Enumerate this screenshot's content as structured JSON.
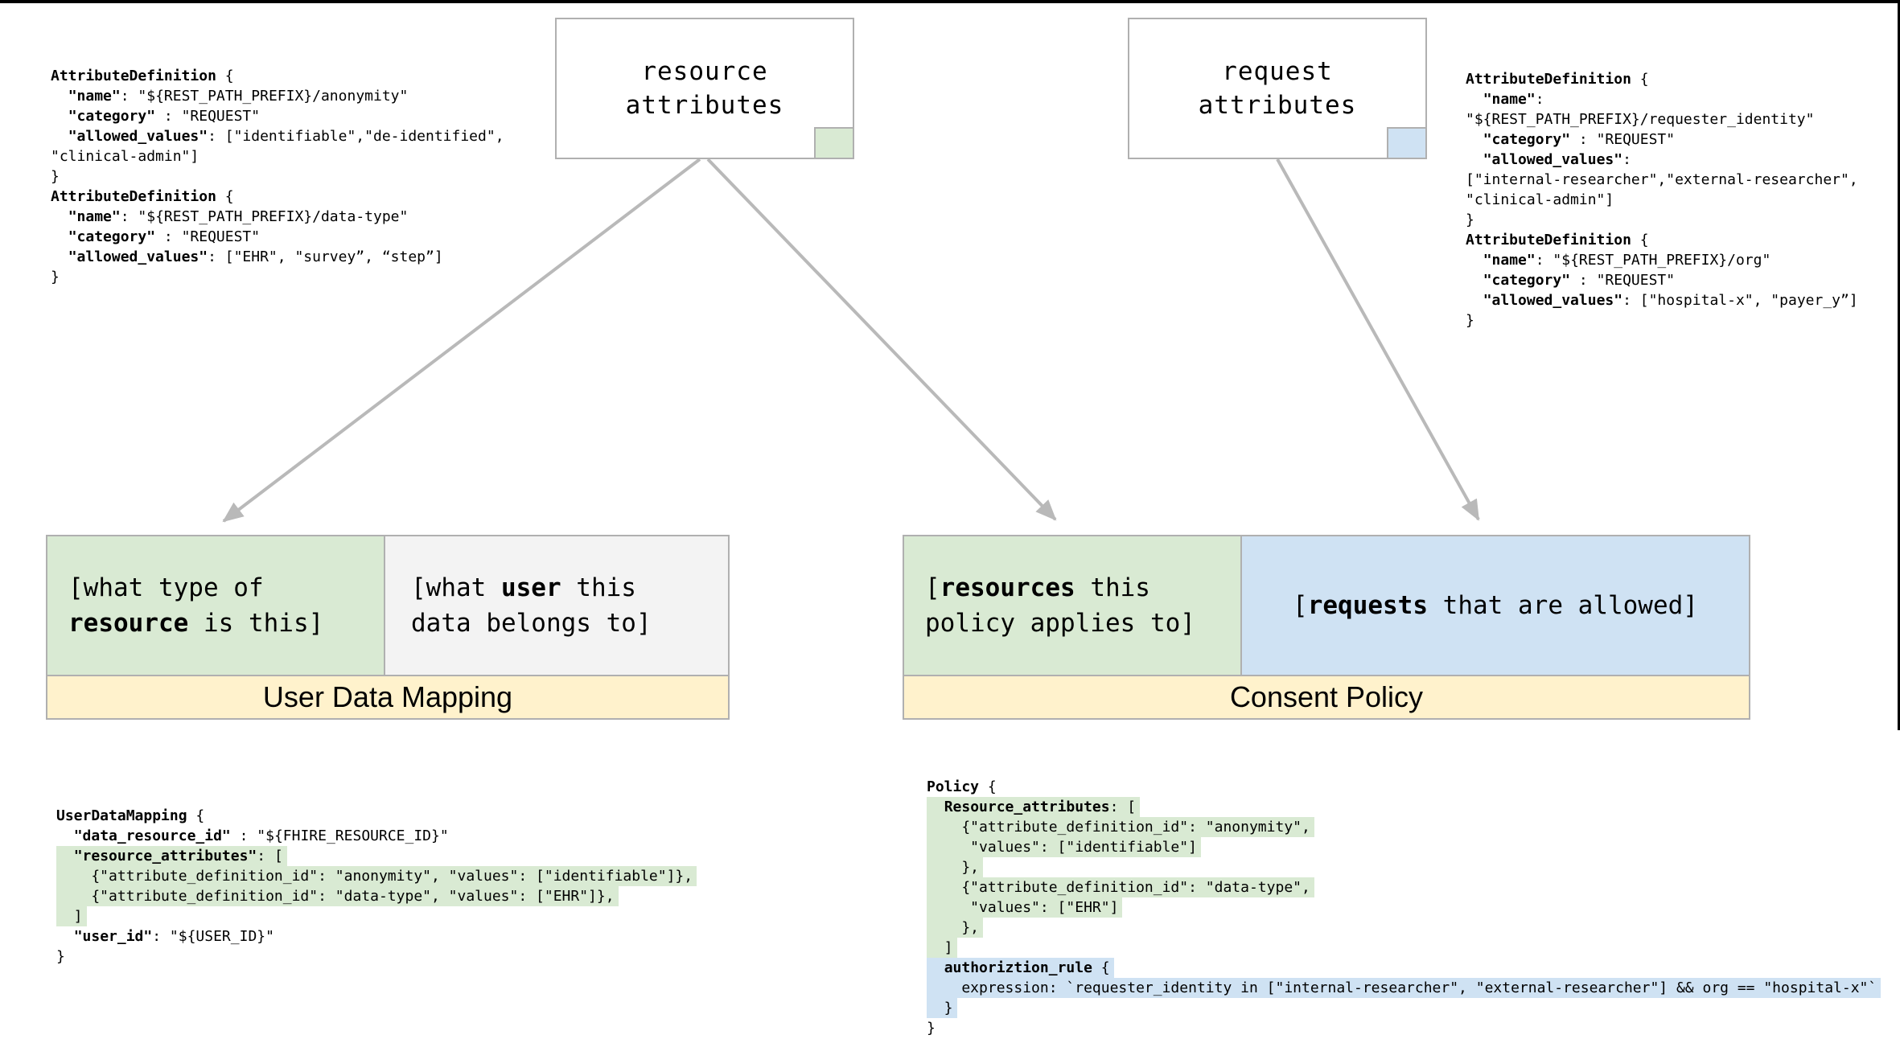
{
  "colors": {
    "green": "#d9ead3",
    "blue": "#cfe2f3",
    "yellow": "#fff2cc",
    "lightcell": "#f3f3f3",
    "border": "#b0b0b0",
    "arrow": "#b9b9b9",
    "hl_green": "#d9ead3",
    "hl_blue": "#cfe2f3",
    "edge": "#000000"
  },
  "resource_box": {
    "label": {
      "lines": [
        {
          "parts": [
            {
              "t": "resource"
            }
          ]
        },
        {
          "parts": [
            {
              "t": "attributes"
            }
          ]
        }
      ]
    }
  },
  "request_box": {
    "label": {
      "lines": [
        {
          "parts": [
            {
              "t": "request"
            }
          ]
        },
        {
          "parts": [
            {
              "t": "attributes"
            }
          ]
        }
      ]
    }
  },
  "udm": {
    "title": "User Data Mapping",
    "resource_cell": {
      "lines": [
        {
          "parts": [
            {
              "t": "[what type of"
            }
          ]
        },
        {
          "parts": [
            {
              "t": "resource",
              "b": true
            },
            {
              "t": " is this]"
            }
          ]
        }
      ]
    },
    "user_cell": {
      "lines": [
        {
          "parts": [
            {
              "t": "[what "
            },
            {
              "t": "user",
              "b": true
            },
            {
              "t": " this"
            }
          ]
        },
        {
          "parts": [
            {
              "t": "data belongs to]"
            }
          ]
        }
      ]
    }
  },
  "cp": {
    "title": "Consent Policy",
    "resources_cell": {
      "lines": [
        {
          "parts": [
            {
              "t": "["
            },
            {
              "t": "resources",
              "b": true
            },
            {
              "t": " this"
            }
          ]
        },
        {
          "parts": [
            {
              "t": "policy applies to]"
            }
          ]
        }
      ]
    },
    "requests_cell": {
      "lines": [
        {
          "parts": [
            {
              "t": "["
            },
            {
              "t": "requests",
              "b": true
            },
            {
              "t": " that are allowed]"
            }
          ]
        }
      ]
    }
  },
  "code_top_left": {
    "lines": [
      {
        "parts": [
          {
            "t": "AttributeDefinition",
            "b": true
          },
          {
            "t": " {"
          }
        ]
      },
      {
        "parts": [
          {
            "t": "  "
          },
          {
            "t": "\"name\"",
            "b": true
          },
          {
            "t": ": \"${REST_PATH_PREFIX}/anonymity\""
          }
        ]
      },
      {
        "parts": [
          {
            "t": "  "
          },
          {
            "t": "\"category\"",
            "b": true
          },
          {
            "t": " : \"REQUEST\""
          }
        ]
      },
      {
        "parts": [
          {
            "t": "  "
          },
          {
            "t": "\"allowed_values\"",
            "b": true
          },
          {
            "t": ": [\"identifiable\",\"de-identified\","
          }
        ]
      },
      {
        "parts": [
          {
            "t": "\"clinical-admin\"]"
          }
        ]
      },
      {
        "parts": [
          {
            "t": "}"
          }
        ]
      },
      {
        "parts": [
          {
            "t": "AttributeDefinition",
            "b": true
          },
          {
            "t": " {"
          }
        ]
      },
      {
        "parts": [
          {
            "t": "  "
          },
          {
            "t": "\"name\"",
            "b": true
          },
          {
            "t": ": \"${REST_PATH_PREFIX}/data-type\""
          }
        ]
      },
      {
        "parts": [
          {
            "t": "  "
          },
          {
            "t": "\"category\"",
            "b": true
          },
          {
            "t": " : \"REQUEST\""
          }
        ]
      },
      {
        "parts": [
          {
            "t": "  "
          },
          {
            "t": "\"allowed_values\"",
            "b": true
          },
          {
            "t": ": [\"EHR\", \"survey”, “step”]"
          }
        ]
      },
      {
        "parts": [
          {
            "t": "}"
          }
        ]
      }
    ]
  },
  "code_top_right": {
    "lines": [
      {
        "parts": [
          {
            "t": "AttributeDefinition",
            "b": true
          },
          {
            "t": " {"
          }
        ]
      },
      {
        "parts": [
          {
            "t": "  "
          },
          {
            "t": "\"name\"",
            "b": true
          },
          {
            "t": ":"
          }
        ]
      },
      {
        "parts": [
          {
            "t": "\"${REST_PATH_PREFIX}/requester_identity\""
          }
        ]
      },
      {
        "parts": [
          {
            "t": "  "
          },
          {
            "t": "\"category\"",
            "b": true
          },
          {
            "t": " : \"REQUEST\""
          }
        ]
      },
      {
        "parts": [
          {
            "t": "  "
          },
          {
            "t": "\"allowed_values\"",
            "b": true
          },
          {
            "t": ":"
          }
        ]
      },
      {
        "parts": [
          {
            "t": "[\"internal-researcher\",\"external-researcher\","
          }
        ]
      },
      {
        "parts": [
          {
            "t": "\"clinical-admin\"]"
          }
        ]
      },
      {
        "parts": [
          {
            "t": "}"
          }
        ]
      },
      {
        "parts": [
          {
            "t": "AttributeDefinition",
            "b": true
          },
          {
            "t": " {"
          }
        ]
      },
      {
        "parts": [
          {
            "t": "  "
          },
          {
            "t": "\"name\"",
            "b": true
          },
          {
            "t": ": \"${REST_PATH_PREFIX}/org\""
          }
        ]
      },
      {
        "parts": [
          {
            "t": "  "
          },
          {
            "t": "\"category\"",
            "b": true
          },
          {
            "t": " : \"REQUEST\""
          }
        ]
      },
      {
        "parts": [
          {
            "t": "  "
          },
          {
            "t": "\"allowed_values\"",
            "b": true
          },
          {
            "t": ": [\"hospital-x\", \"payer_y”]"
          }
        ]
      },
      {
        "parts": [
          {
            "t": "}"
          }
        ]
      }
    ]
  },
  "code_bottom_left": {
    "lines": [
      {
        "parts": [
          {
            "t": "UserDataMapping",
            "b": true
          },
          {
            "t": " {"
          }
        ]
      },
      {
        "parts": [
          {
            "t": "  "
          },
          {
            "t": "\"data_resource_id\"",
            "b": true
          },
          {
            "t": " : \"${FHIRE_RESOURCE_ID}\""
          }
        ]
      },
      {
        "hl": "green",
        "parts": [
          {
            "t": "  "
          },
          {
            "t": "\"resource_attributes\"",
            "b": true
          },
          {
            "t": ": ["
          }
        ]
      },
      {
        "hl": "green",
        "parts": [
          {
            "t": "    {\"attribute_definition_id\": \"anonymity\", \"values\": [\"identifiable\"]},"
          }
        ]
      },
      {
        "hl": "green",
        "parts": [
          {
            "t": "    {\"attribute_definition_id\": \"data-type\", \"values\": [\"EHR\"]},"
          }
        ]
      },
      {
        "hl": "green",
        "parts": [
          {
            "t": "  ]"
          }
        ]
      },
      {
        "parts": [
          {
            "t": "  "
          },
          {
            "t": "\"user_id\"",
            "b": true
          },
          {
            "t": ": \"${USER_ID}\""
          }
        ]
      },
      {
        "parts": [
          {
            "t": "}"
          }
        ]
      }
    ]
  },
  "code_bottom_right": {
    "lines": [
      {
        "parts": [
          {
            "t": "Policy",
            "b": true
          },
          {
            "t": " {"
          }
        ]
      },
      {
        "hl": "green",
        "parts": [
          {
            "t": "  "
          },
          {
            "t": "Resource_attributes",
            "b": true
          },
          {
            "t": ": ["
          }
        ]
      },
      {
        "hl": "green",
        "parts": [
          {
            "t": "    {\"attribute_definition_id\": \"anonymity\","
          }
        ]
      },
      {
        "hl": "green",
        "parts": [
          {
            "t": "     \"values\": [\"identifiable\"]"
          }
        ]
      },
      {
        "hl": "green",
        "parts": [
          {
            "t": "    },"
          }
        ]
      },
      {
        "hl": "green",
        "parts": [
          {
            "t": "    {\"attribute_definition_id\": \"data-type\","
          }
        ]
      },
      {
        "hl": "green",
        "parts": [
          {
            "t": "     \"values\": [\"EHR\"]"
          }
        ]
      },
      {
        "hl": "green",
        "parts": [
          {
            "t": "    },"
          }
        ]
      },
      {
        "hl": "green",
        "parts": [
          {
            "t": "  ]"
          }
        ]
      },
      {
        "hl": "blue",
        "parts": [
          {
            "t": "  "
          },
          {
            "t": "authoriztion_rule",
            "b": true
          },
          {
            "t": " {"
          }
        ]
      },
      {
        "hl": "blue",
        "parts": [
          {
            "t": "    expression: `requester_identity in [\"internal-researcher\", \"external-researcher\"] && org == \"hospital-x\"`"
          }
        ]
      },
      {
        "hl": "blue",
        "parts": [
          {
            "t": "  }"
          }
        ]
      },
      {
        "parts": [
          {
            "t": "}"
          }
        ]
      }
    ]
  }
}
